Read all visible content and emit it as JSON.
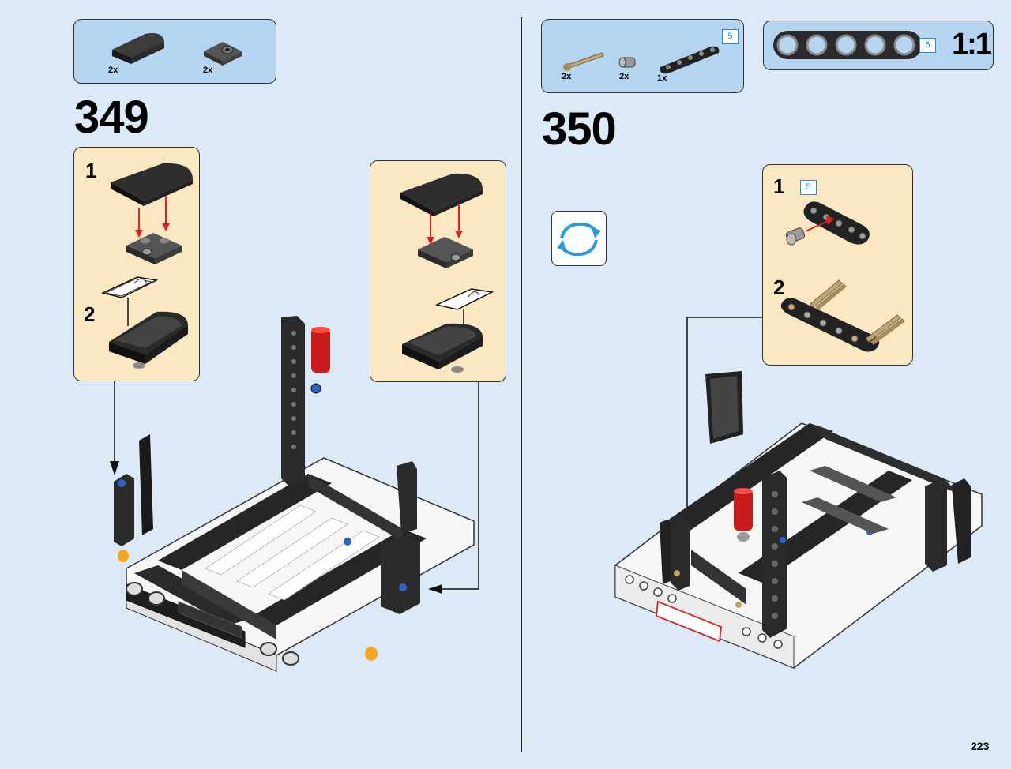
{
  "page_number": "223",
  "scale_label": "1:1",
  "colors": {
    "background": "#dce9f6",
    "parts_box": "#b5d4ef",
    "callout": "#fbe7c2",
    "length_badge": "#1f8fd6"
  },
  "step_349": {
    "number": "349",
    "parts": [
      {
        "icon": "curved-slope-black",
        "qty": "2x"
      },
      {
        "icon": "plate-with-pin-hole-dark",
        "qty": "2x"
      }
    ],
    "callout_left": {
      "sub1": "1",
      "sub2": "2"
    }
  },
  "step_350": {
    "number": "350",
    "parts": [
      {
        "icon": "axle-tan",
        "qty": "2x"
      },
      {
        "icon": "pin-gray",
        "qty": "2x"
      },
      {
        "icon": "beam-5-black",
        "qty": "1x",
        "length": "5"
      }
    ],
    "ruler_length": "5",
    "callout": {
      "sub1": "1",
      "sub2": "2",
      "badge": "5"
    }
  }
}
